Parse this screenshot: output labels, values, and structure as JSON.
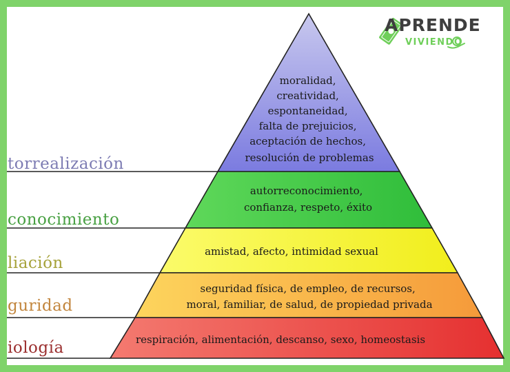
{
  "logo": {
    "main": "APRENDE",
    "sub": "VIVIENDO",
    "main_color": "#3e3e3e",
    "sub_color": "#6fcf5a",
    "icon": "money-bill-icon"
  },
  "levels": [
    {
      "label": "torrealización",
      "label_color": "#7d7cb3",
      "lines": [
        "moralidad,",
        "creatividad,",
        "espontaneidad,",
        "falta de prejuicios,",
        "aceptación de hechos,",
        "resolución de problemas"
      ],
      "colors": [
        "#c8c8ee",
        "#7b7be0"
      ]
    },
    {
      "label": "conocimiento",
      "label_color": "#48a042",
      "lines": [
        "autorreconocimiento,",
        "confianza, respeto, éxito"
      ],
      "colors": [
        "#5fd85a",
        "#2fbd3a"
      ]
    },
    {
      "label": "liación",
      "label_color": "#a6a23a",
      "lines": [
        "amistad, afecto, intimidad sexual"
      ],
      "colors": [
        "#fbfb6a",
        "#f1ee1c"
      ]
    },
    {
      "label": "guridad",
      "label_color": "#c2863e",
      "lines": [
        "seguridad física, de empleo, de recursos,",
        "moral, familiar, de salud, de propiedad privada"
      ],
      "colors": [
        "#fdd55d",
        "#f59a3a"
      ]
    },
    {
      "label": "iología",
      "label_color": "#9b2f2f",
      "lines": [
        "respiración, alimentación, descanso, sexo, homeostasis"
      ],
      "colors": [
        "#f47a70",
        "#e53030"
      ]
    }
  ]
}
